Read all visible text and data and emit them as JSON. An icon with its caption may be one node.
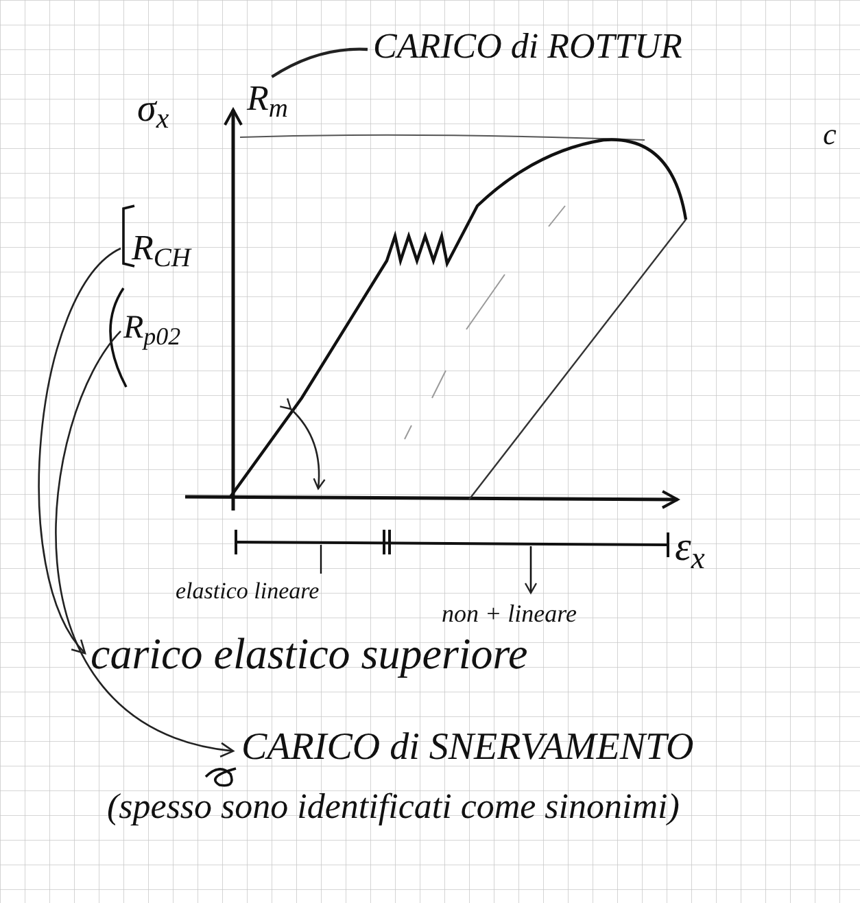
{
  "diagram": {
    "nodes": [
      {
        "text": [
          "CARICO di ROTTUR"
        ]
      },
      {
        "text": [
          "R$_{m}$"
        ]
      },
      {
        "text": [
          "R$_{CH}$"
        ]
      },
      {
        "text": [
          "R$_{p02}$"
        ]
      },
      {
        "text": [
          "carico elastico superiore"
        ]
      },
      {
        "text": [
          "CARICO di SNERVAMENTO"
        ]
      }
    ],
    "edges": [
      {
        "from": 1,
        "to": 0,
        "arrow": "none"
      },
      {
        "from": 2,
        "to": 4,
        "arrow": "to"
      },
      {
        "from": 3,
        "to": 5,
        "arrow": "to"
      }
    ],
    "labels": [
      "σ$_{x}$",
      "c",
      "ε$_{x}$",
      "elastico lineare",
      "non + lineare",
      "(spesso sono identificati come sinonimi)"
    ]
  }
}
